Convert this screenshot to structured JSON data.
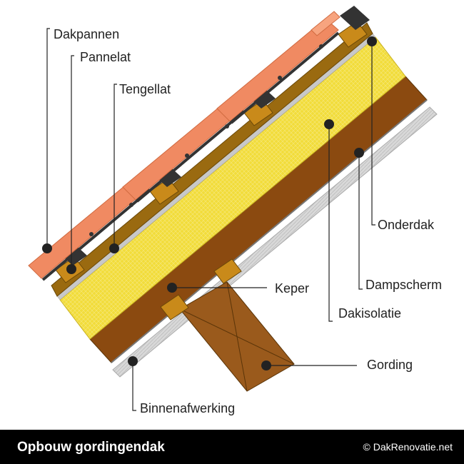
{
  "labels": {
    "dakpannen": "Dakpannen",
    "pannelat": "Pannelat",
    "tengellat": "Tengellat",
    "onderdak": "Onderdak",
    "dampscherm": "Dampscherm",
    "dakisolatie": "Dakisolatie",
    "keper": "Keper",
    "gording": "Gording",
    "binnenafwerking": "Binnenafwerking"
  },
  "footer": {
    "title": "Opbouw gordingendak",
    "credit": "© DakRenovatie.net"
  },
  "colors": {
    "tile": "#f08a62",
    "tile_light": "#f7a47f",
    "batten_dark": "#333333",
    "counter_batten": "#c98a1a",
    "underlay_wood": "#9a6a10",
    "membrane": "#c8c8c8",
    "insulation": "#f2dc3a",
    "rafter": "#8b4a10",
    "purlin": "#9a5a1c",
    "finish": "#d8d8d8",
    "leader": "#222222",
    "footer_bg": "#000000"
  }
}
